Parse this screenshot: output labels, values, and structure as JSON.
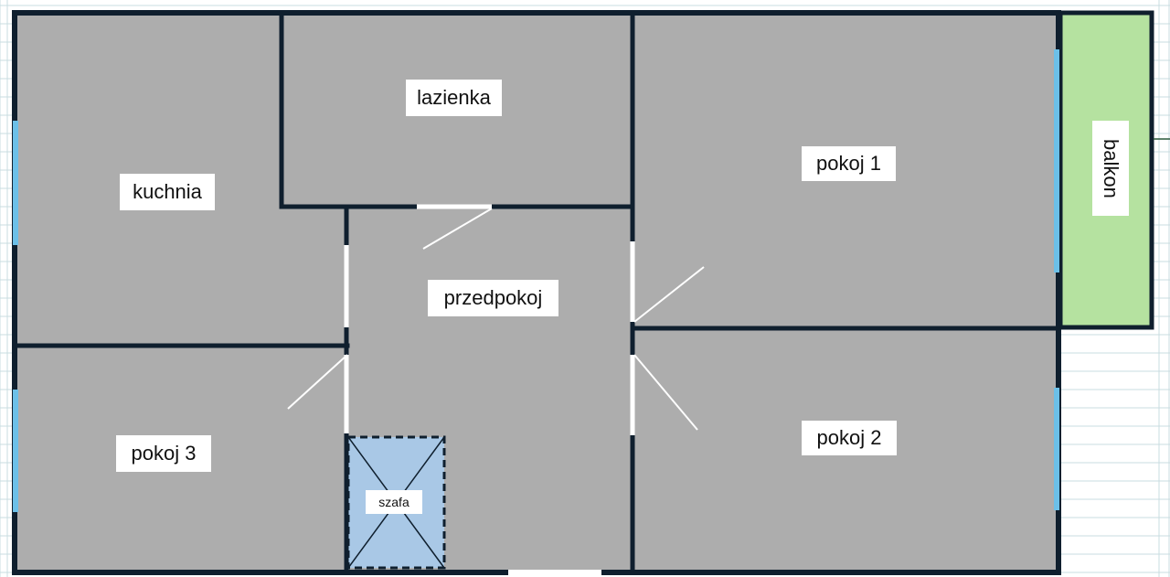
{
  "colors": {
    "wall": "#0f1f2e",
    "room_fill": "#adadad",
    "balcony_fill": "#b5e2a0",
    "window": "#6cc0e8",
    "wardrobe_fill": "#a9c8e6",
    "door_opening": "#ffffff",
    "grid_line": "#c8dce0"
  },
  "rooms": [
    {
      "id": "kitchen",
      "label": "kuchnia"
    },
    {
      "id": "bathroom",
      "label": "lazienka"
    },
    {
      "id": "room1",
      "label": "pokoj 1"
    },
    {
      "id": "hall",
      "label": "przedpokoj"
    },
    {
      "id": "room3",
      "label": "pokoj 3"
    },
    {
      "id": "room2",
      "label": "pokoj 2"
    },
    {
      "id": "balcony",
      "label": "balkon"
    },
    {
      "id": "wardrobe",
      "label": "szafa"
    }
  ]
}
